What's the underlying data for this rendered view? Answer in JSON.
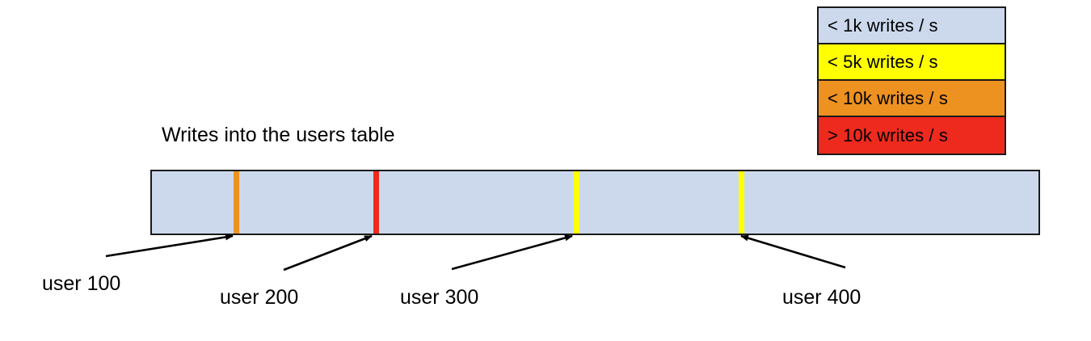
{
  "chart_data": {
    "type": "bar",
    "title": "Writes into the users table",
    "xlabel": "",
    "ylabel": "",
    "description": "Horizontal range bar representing the users table keyspace, shaded by write rate, with hotspot stripes marked at specific user boundaries.",
    "bar": {
      "base_color": "#ccd9ed",
      "base_category": "< 1k writes / s",
      "border_color": "#1a1a1a"
    },
    "categories": [
      "< 1k writes / s",
      "< 5k writes / s",
      "< 10k writes / s",
      "> 10k writes / s"
    ],
    "colors": [
      "#ccd9ed",
      "#ffff00",
      "#ed9121",
      "#ee2a1e"
    ],
    "hotspots": [
      {
        "label": "user 100",
        "category": "< 10k writes / s",
        "color": "#ed9121",
        "position_pct": 9.5
      },
      {
        "label": "user 200",
        "category": "> 10k writes / s",
        "color": "#ee2a1e",
        "position_pct": 25.2
      },
      {
        "label": "user 300",
        "category": "< 5k writes / s",
        "color": "#ffff00",
        "position_pct": 47.7
      },
      {
        "label": "user 400",
        "category": "< 5k writes / s",
        "color": "#ffff00",
        "position_pct": 66.3
      }
    ],
    "legend": {
      "position": "top-right"
    },
    "grid": false
  },
  "legend": {
    "title": "",
    "rows": [
      {
        "label": "< 1k writes / s",
        "color": "#ccd9ed"
      },
      {
        "label": "< 5k writes / s",
        "color": "#ffff00"
      },
      {
        "label": "< 10k writes / s",
        "color": "#ed9121"
      },
      {
        "label": "> 10k writes / s",
        "color": "#ee2a1e"
      }
    ]
  },
  "diagram": {
    "title": "Writes into the users table",
    "callouts": [
      {
        "label": "user 100"
      },
      {
        "label": "user 200"
      },
      {
        "label": "user 300"
      },
      {
        "label": "user 400"
      }
    ]
  }
}
